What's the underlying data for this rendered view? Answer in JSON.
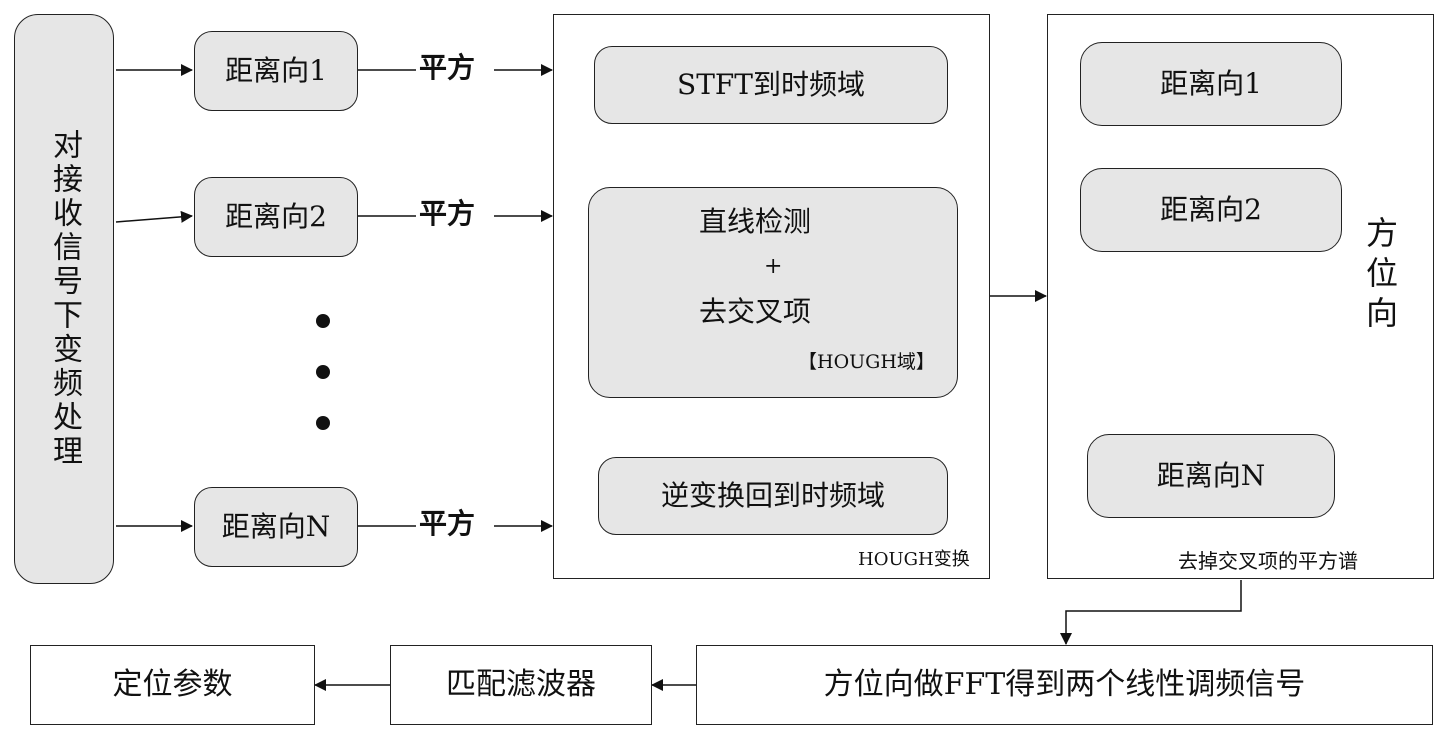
{
  "left": {
    "label": "对接收信号下变频处理"
  },
  "range_bins": [
    "距离向1",
    "距离向2",
    "距离向N"
  ],
  "square_label": "平方",
  "hough": {
    "step1": "STFT到时频域",
    "step2_line1": "直线检测",
    "step2_plus": "+",
    "step2_line2": "去交叉项",
    "step2_tag": "【HOUGH域】",
    "step3": "逆变换回到时频域",
    "caption": "HOUGH变换"
  },
  "spectrum": {
    "bins": [
      "距离向1",
      "距离向2",
      "距离向N"
    ],
    "azimuth": "方位向",
    "caption": "去掉交叉项的平方谱"
  },
  "bottom": {
    "fft": "方位向做FFT得到两个线性调频信号",
    "filter": "匹配滤波器",
    "params": "定位参数"
  }
}
